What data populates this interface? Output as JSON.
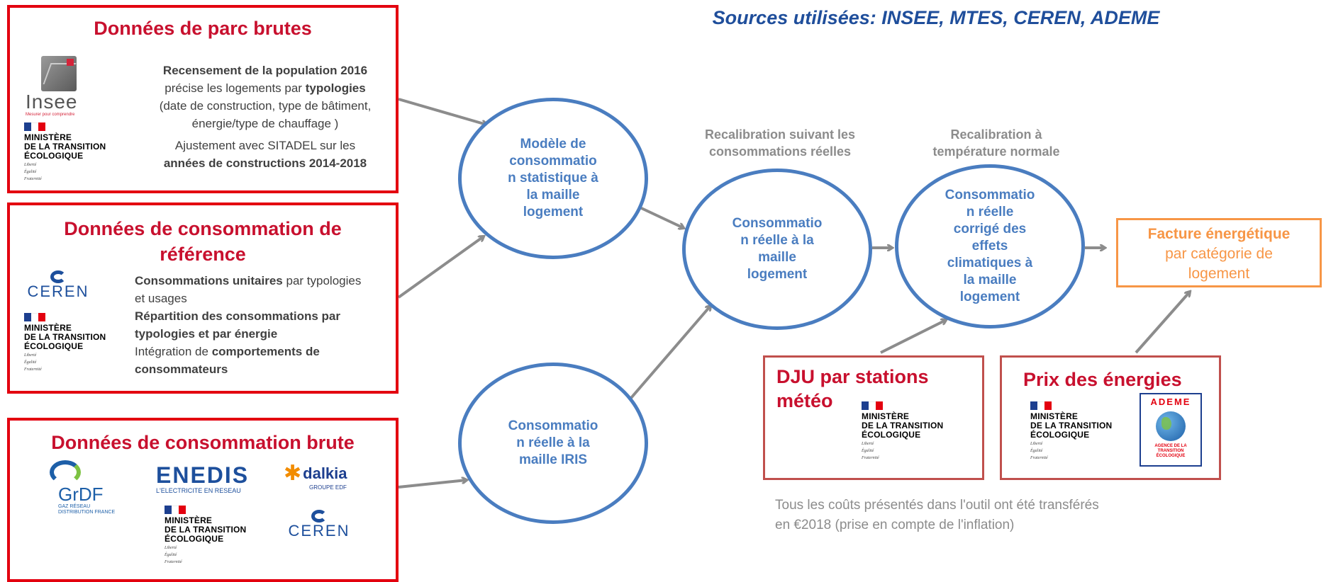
{
  "header": {
    "sources": "Sources utilisées: INSEE, MTES, CEREN, ADEME"
  },
  "box_parc": {
    "title": "Données de parc brutes",
    "line1": "Recensement de la population 2016",
    "line2a": "précise les logements par ",
    "line2b": "typologies",
    "line3": "(date de construction, type de bâtiment,",
    "line4": "énergie/type de chauffage )",
    "line5": "Ajustement avec SITADEL sur les",
    "line6": "années de constructions 2014-2018"
  },
  "box_conso_ref": {
    "title_line1": "Données de consommation de",
    "title_line2": "référence",
    "t1b": "Consommations unitaires",
    "t1": " par typologies",
    "t2": "et usages",
    "t3": "Répartition des consommations par",
    "t4": "typologies et par énergie",
    "t5": "Intégration de ",
    "t5b": "comportements de",
    "t6": "consommateurs"
  },
  "box_conso_brute": {
    "title": "Données de consommation brute"
  },
  "logos": {
    "insee": "Insee",
    "insee_sub": "Mesurer pour comprendre",
    "ceren": "CEREN",
    "grdf": "GrDF",
    "grdf_sub1": "GAZ RÉSEAU",
    "grdf_sub2": "DISTRIBUTION FRANCE",
    "enedis": "ENEDIS",
    "enedis_sub": "L'ELECTRICITE EN RESEAU",
    "dalkia": "dalkia",
    "dalkia_sub": "GROUPE EDF",
    "ademe": "ADEME",
    "ademe_sub1": "AGENCE DE LA",
    "ademe_sub2": "TRANSITION",
    "ademe_sub3": "ÉCOLOGIQUE",
    "ministere1": "MINISTÈRE",
    "ministere2": "DE LA TRANSITION",
    "ministere3": "ÉCOLOGIQUE",
    "motto1": "Liberté",
    "motto2": "Égalité",
    "motto3": "Fraternité"
  },
  "circles": {
    "modele": [
      "Modèle de",
      "consommatio",
      "n statistique à",
      "la maille",
      "logement"
    ],
    "iris": [
      "Consommatio",
      "n réelle à la",
      "maille IRIS"
    ],
    "reelle": [
      "Consommatio",
      "n réelle à la",
      "maille",
      "logement"
    ],
    "corrige": [
      "Consommatio",
      "n réelle",
      "corrigé des",
      "effets",
      "climatiques à",
      "la maille",
      "logement"
    ]
  },
  "labels": {
    "recal1_line1": "Recalibration suivant les",
    "recal1_line2": "consommations réelles",
    "recal2_line1": "Recalibration à",
    "recal2_line2": "température normale"
  },
  "facture": {
    "title": "Facture énergétique",
    "line2": "par catégorie de",
    "line3": "logement"
  },
  "dju": {
    "title_line1": "DJU par stations",
    "title_line2": "météo"
  },
  "prix": {
    "title": "Prix des énergies"
  },
  "note": {
    "line1": "Tous les coûts présentés dans l'outil ont été transférés",
    "line2": "en €2018 (prise en compte de l'inflation)"
  },
  "colors": {
    "red": "#e3000f",
    "blue": "#4a7dc0",
    "orange": "#f79646",
    "gray": "#8c8c8c",
    "title_blue": "#1f4e9b"
  }
}
